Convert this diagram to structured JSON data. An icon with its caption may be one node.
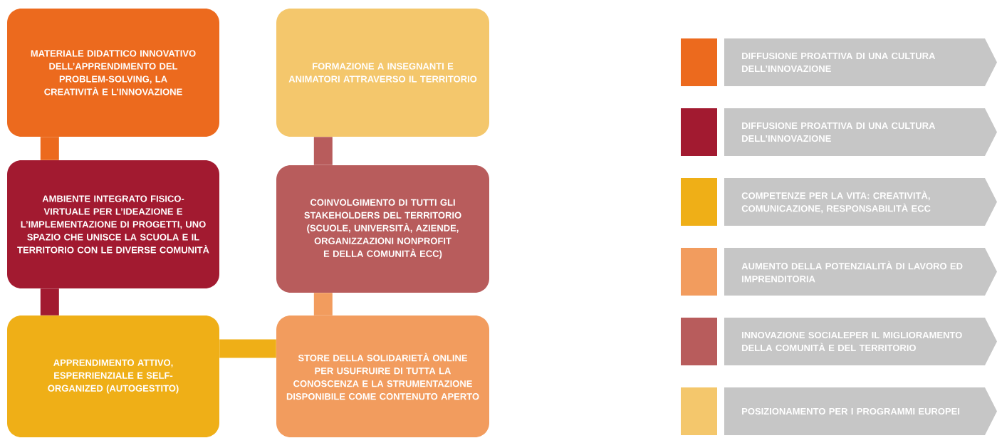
{
  "diagram": {
    "nodes": [
      {
        "text": [
          "MATERIALE DIDATTICO INNOVATIVO DELL’APPRENDIMENTO DEL PROBLEM-SOLVING, LA CREATIVITÀ E L’INNOVAZIONE"
        ]
      },
      {
        "text": [
          "FORMAZIONE A INSEGNANTI E ANIMATORI ATTRAVERSO IL TERRITORIO"
        ]
      },
      {
        "text": [
          "AMBIENTE INTEGRATO FISICO-VIRTUALE PER L’IDEAZIONE E L’IMPLEMENTAZIONE DI PROGETTI, UNO SPAZIO CHE UNISCE LA SCUOLA E IL TERRITORIO CON LE DIVERSE COMUNITÀ"
        ]
      },
      {
        "text": [
          "COINVOLGIMENTO DI TUTTI GLI STAKEHOLDERS DEL TERRITORIO (SCUOLE, UNIVERSITÀ, AZIENDE, ORGANIZZAZIONI NONPROFIT E DELLA COMUNITÀ ECC)"
        ]
      },
      {
        "text": [
          "APPRENDIMENTO ATTIVO, ESPERRIENZIALE E SELF-ORGANIZED (AUTOGESTITO)"
        ]
      },
      {
        "text": [
          "STORE DELLA SOLIDARIETÀ ONLINE PER USUFRUIRE DI TUTTA LA CONOSCENZA E LA STRUMENTAZIONE DISPONIBILE COME CONTENUTO APERTO"
        ]
      }
    ],
    "edges": [
      {
        "from": 0,
        "to": 2,
        "arrow": "none",
        "color": "#ec6a1e"
      },
      {
        "from": 2,
        "to": 4,
        "arrow": "none",
        "color": "#a21a30"
      },
      {
        "from": 4,
        "to": 5,
        "arrow": "none",
        "color": "#efaf17"
      },
      {
        "from": 3,
        "to": 5,
        "arrow": "none",
        "color": "#f29c5e"
      },
      {
        "from": 1,
        "to": 3,
        "arrow": "none",
        "color": "#b85c5c"
      }
    ],
    "legend": [
      {
        "text": "DIFFUSIONE PROATTIVA DI UNA CULTURA DELL’INNOVAZIONE",
        "color": "#ec6a1e"
      },
      {
        "text": "DIFFUSIONE PROATTIVA DI UNA CULTURA DELL’INNOVAZIONE",
        "color": "#a21a30"
      },
      {
        "text": "COMPETENZE PER LA VITA: CREATIVITÀ, COMUNICAZIONE, RESPONSABILITÀ ECC",
        "color": "#efaf17"
      },
      {
        "text": "AUMENTO DELLA POTENZIALITÀ DI LAVORO ED IMPRENDITORIA",
        "color": "#f29c5e"
      },
      {
        "text": "INNOVAZIONE SOCIALEPER IL MIGLIORAMENTO DELLA COMUNITÀ E DEL TERRITORIO",
        "color": "#b85c5c"
      },
      {
        "text": "POSIZIONAMENTO PER I PROGRAMMI EUROPEI",
        "color": "#f4c76c"
      }
    ]
  }
}
